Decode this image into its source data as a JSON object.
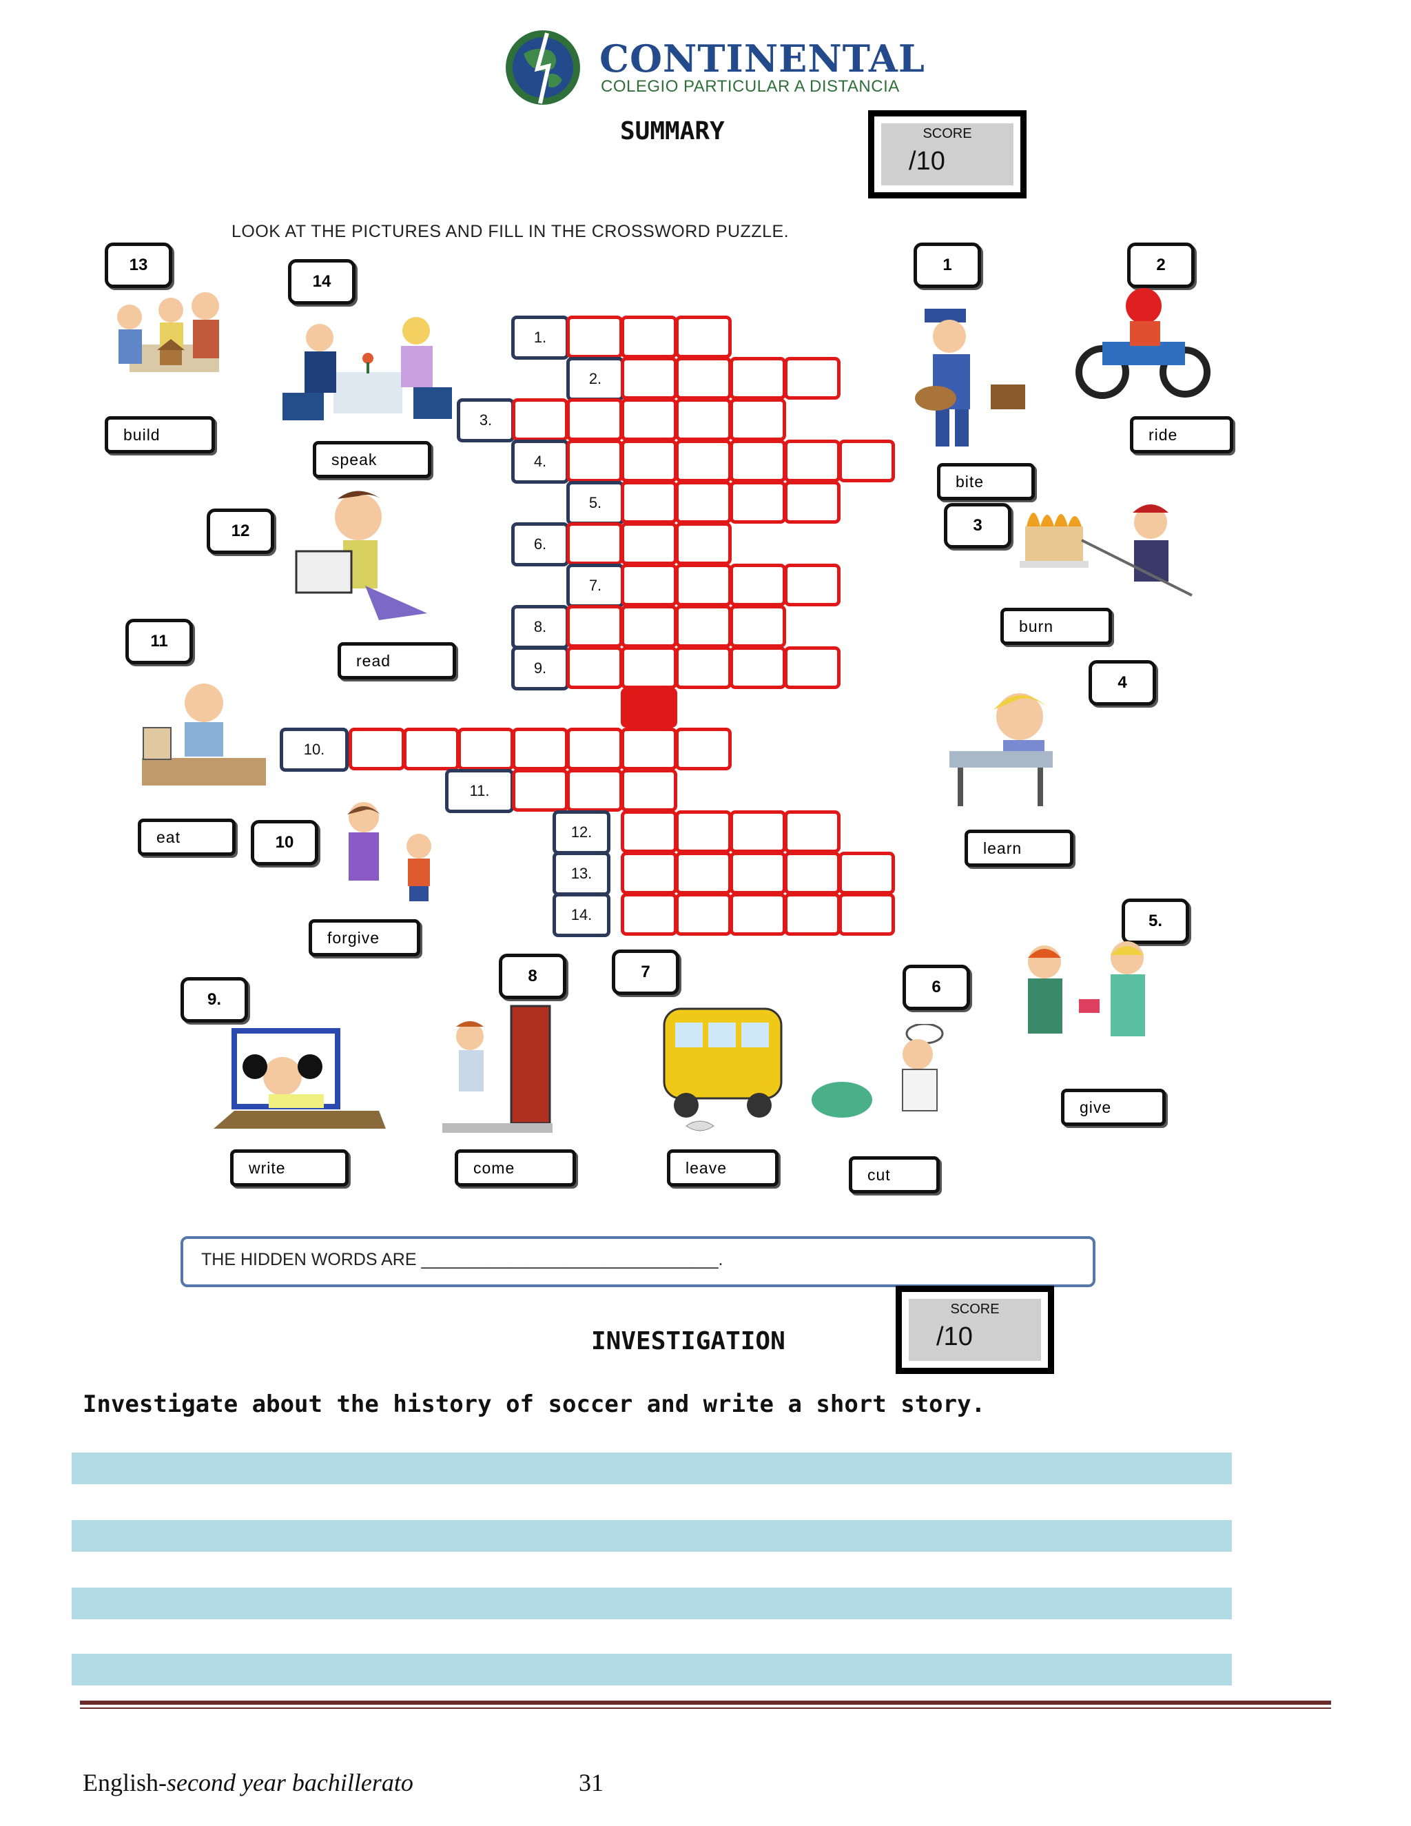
{
  "logo": {
    "name": "CONTINENTAL",
    "tagline": "COLEGIO PARTICULAR A DISTANCIA"
  },
  "summary": {
    "title": "SUMMARY",
    "score_label": "SCORE",
    "score_value": "/10"
  },
  "instruction": "LOOK AT THE PICTURES AND FILL IN THE CROSSWORD PUZZLE.",
  "crossword": {
    "clue_numbers": [
      "1.",
      "2.",
      "3.",
      "4.",
      "5.",
      "6.",
      "7.",
      "8.",
      "9.",
      "10.",
      "11.",
      "12.",
      "13.",
      "14."
    ]
  },
  "pictures": [
    {
      "badge": "1",
      "word": "bite",
      "depicts": "dog-biting-mailman"
    },
    {
      "badge": "2",
      "word": "ride",
      "depicts": "boy-riding-motorbike"
    },
    {
      "badge": "3",
      "word": "burn",
      "depicts": "firefighter-burning-cake"
    },
    {
      "badge": "4",
      "word": "learn",
      "depicts": "boy-at-school-desk"
    },
    {
      "badge": "5.",
      "word": "give",
      "depicts": "women-giving-gift"
    },
    {
      "badge": "6",
      "word": "cut",
      "depicts": "chef-cutting-food"
    },
    {
      "badge": "7",
      "word": "leave",
      "depicts": "school-bus-leaving"
    },
    {
      "badge": "8",
      "word": "come",
      "depicts": "man-coming-in-door"
    },
    {
      "badge": "9.",
      "word": "write",
      "depicts": "girl-writing"
    },
    {
      "badge": "10",
      "word": "forgive",
      "depicts": "mother-forgiving-boy"
    },
    {
      "badge": "11",
      "word": "eat",
      "depicts": "man-eating"
    },
    {
      "badge": "12",
      "word": "read",
      "depicts": "man-reading-newspaper"
    },
    {
      "badge": "13",
      "word": "build",
      "depicts": "family-building-birdhouse"
    },
    {
      "badge": "14",
      "word": "speak",
      "depicts": "couple-speaking-at-dinner"
    }
  ],
  "hidden_words": "THE HIDDEN WORDS ARE _______________________________.",
  "investigation": {
    "title": "INVESTIGATION",
    "score_label": "SCORE",
    "score_value": "/10",
    "task": "Investigate about the history of soccer and write a short story."
  },
  "footer": {
    "subject": "English-",
    "course": "second year bachillerato",
    "page": "31"
  },
  "colors": {
    "grid_border": "#e01818",
    "number_border": "#2b3a5a",
    "writing_lines": "#b3dbe5",
    "footer_rule": "#6a2b2b"
  }
}
